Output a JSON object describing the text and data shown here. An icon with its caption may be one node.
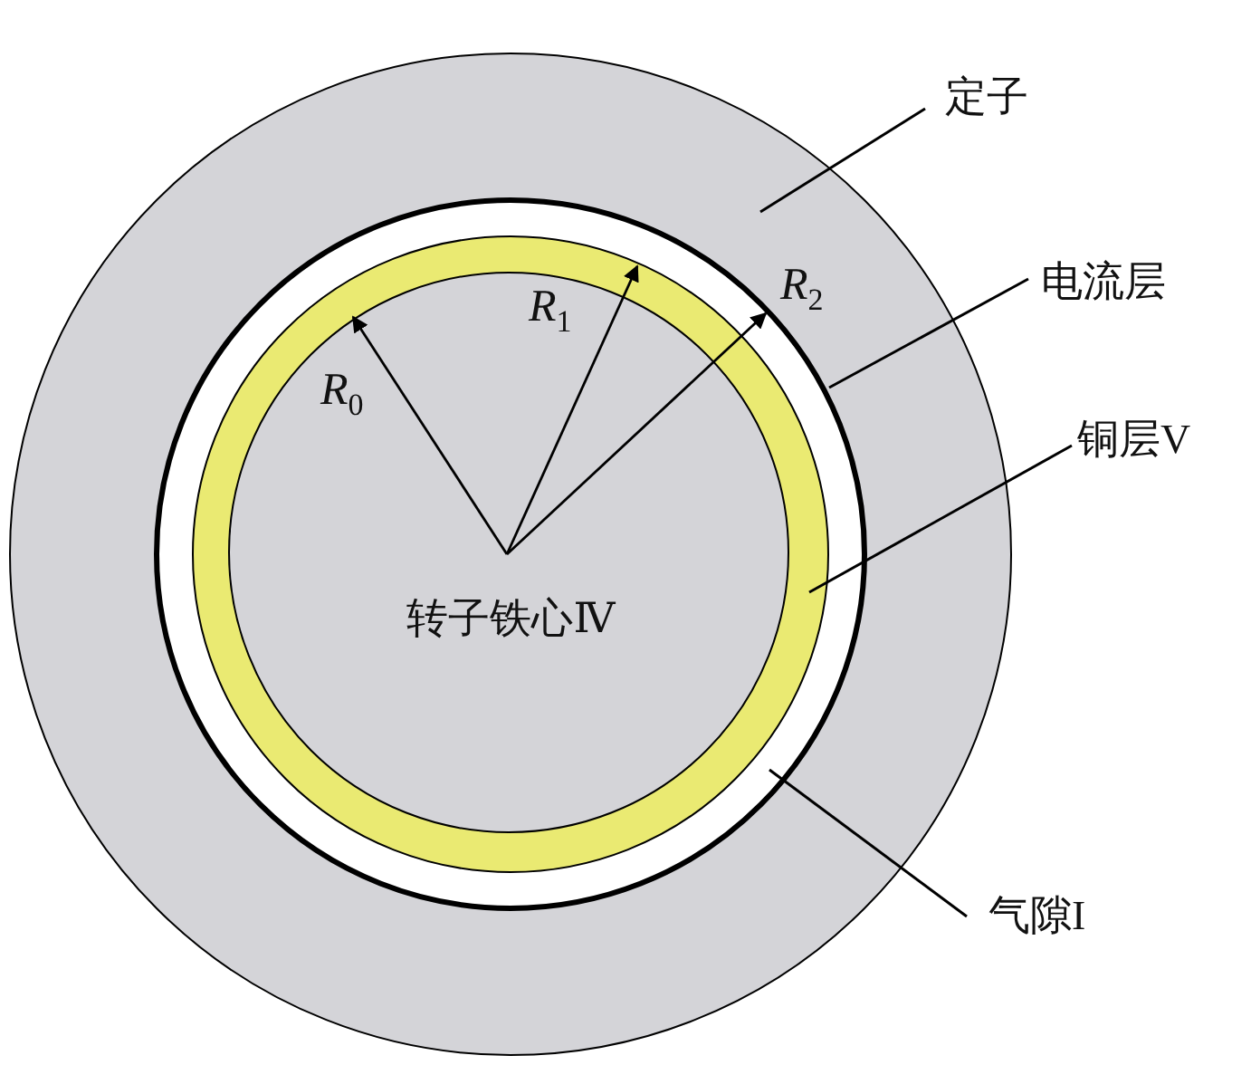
{
  "diagram": {
    "nodes": [
      {
        "text": [
          "转子铁心Ⅳ"
        ],
        "in": 6
      },
      {
        "text": [
          "定子"
        ]
      },
      {
        "text": [],
        "shape": "circle"
      },
      {
        "text": [
          "电流层"
        ]
      },
      {
        "text": [],
        "shape": "circle",
        "in": 2
      },
      {
        "text": [
          "铜层V"
        ]
      },
      {
        "text": [],
        "shape": "circle",
        "in": 8
      },
      {
        "text": [
          "气隙I"
        ]
      },
      {
        "text": [],
        "shape": "circle",
        "in": 2
      }
    ],
    "edges": [
      {
        "from": 1,
        "to": 2,
        "arrow": "none"
      },
      {
        "from": 3,
        "to": 4,
        "arrow": "none"
      },
      {
        "from": 5,
        "to": 6,
        "arrow": "none"
      },
      {
        "from": 7,
        "to": 8,
        "arrow": "none"
      }
    ],
    "labels": [
      "*R*$_{1}$",
      "*R*$_{2}$",
      "*R*$_{0}$"
    ]
  }
}
